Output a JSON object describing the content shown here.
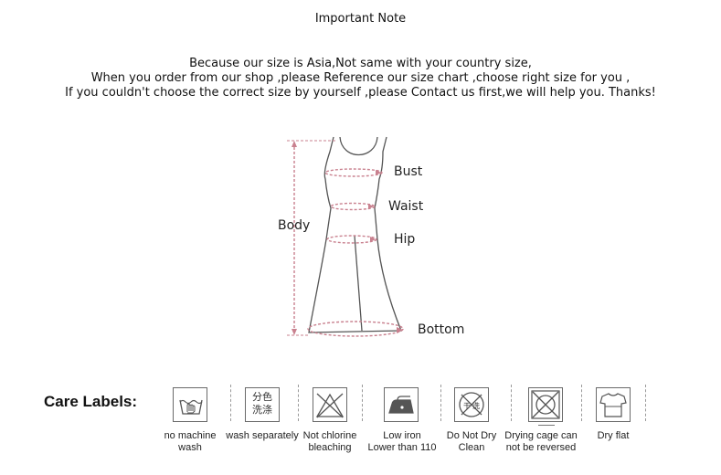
{
  "header": {
    "title": "Important Note",
    "lines": [
      "Because our size is Asia,Not same with your country size,",
      "When you order from our shop ,please Reference our size chart ,choose right size for you ,",
      "If  you couldn't choose the correct size by yourself ,please Contact  us first,we will help you. Thanks!"
    ]
  },
  "diagram": {
    "labels": {
      "bust": "Bust",
      "waist": "Waist",
      "hip": "Hip",
      "body": "Body",
      "bottom": "Bottom"
    },
    "colors": {
      "measure": "#c9818f",
      "outline": "#555555"
    }
  },
  "care": {
    "title": "Care Labels:",
    "items": [
      {
        "icon": "no-machine-wash-icon",
        "line1": "no machine",
        "line2": "wash"
      },
      {
        "icon": "wash-separately-icon",
        "glyph1": "分色",
        "glyph2": "洗涤",
        "line1": "wash separately",
        "line2": ""
      },
      {
        "icon": "no-chlorine-bleach-icon",
        "line1": "Not chlorine",
        "line2": "bleaching"
      },
      {
        "icon": "low-iron-icon",
        "line1": "Low iron",
        "line2": "Lower than 110"
      },
      {
        "icon": "no-dry-clean-icon",
        "glyph1": "干",
        "glyph2": "洗",
        "line1": "Do Not Dry",
        "line2": "Clean"
      },
      {
        "icon": "no-tumble-dry-icon",
        "line1": "Drying cage can",
        "line2": "not be reversed"
      },
      {
        "icon": "dry-flat-icon",
        "line1": "Dry flat",
        "line2": ""
      }
    ]
  }
}
